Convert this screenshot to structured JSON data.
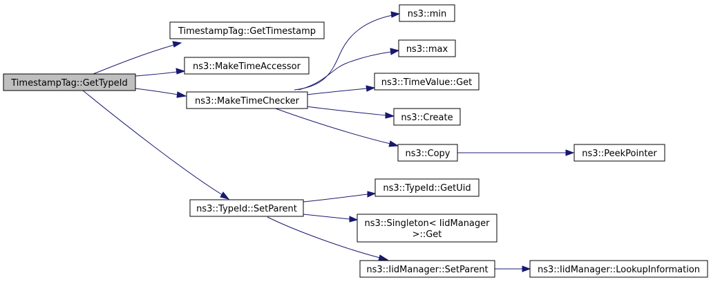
{
  "colors": {
    "edge": "#191970",
    "root_fill": "#bfbfbf",
    "node_fill": "#ffffff",
    "border": "#000000"
  },
  "nodes": {
    "root": "TimestampTag::GetTypeId",
    "get_timestamp": "TimestampTag::GetTimestamp",
    "make_time_accessor": "ns3::MakeTimeAccessor",
    "make_time_checker": "ns3::MakeTimeChecker",
    "min": "ns3::min",
    "max": "ns3::max",
    "time_value_get": "ns3::TimeValue::Get",
    "create": "ns3::Create",
    "copy": "ns3::Copy",
    "peek_pointer": "ns3::PeekPointer",
    "typeid_set_parent": "ns3::TypeId::SetParent",
    "typeid_get_uid": "ns3::TypeId::GetUid",
    "singleton_get_line1": "ns3::Singleton< IidManager",
    "singleton_get_line2": ">::Get",
    "iid_set_parent": "ns3::IidManager::SetParent",
    "lookup_information": "ns3::IidManager::LookupInformation"
  }
}
